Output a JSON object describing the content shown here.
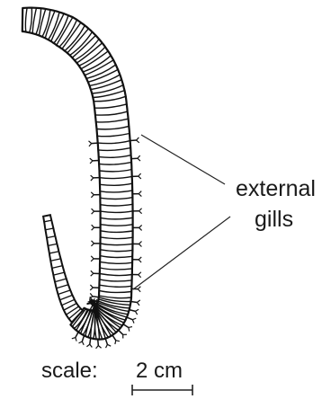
{
  "diagram": {
    "label_line1": "external",
    "label_line2": "gills",
    "scale_label": "scale:",
    "scale_value": "2 cm"
  }
}
